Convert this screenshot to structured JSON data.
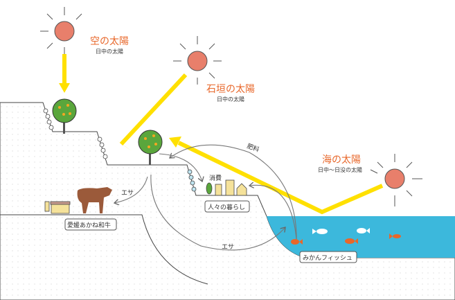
{
  "suns": [
    {
      "title": "空の太陽",
      "subtitle": "日中の太陽"
    },
    {
      "title": "石垣の太陽",
      "subtitle": "日中の太陽"
    },
    {
      "title": "海の太陽",
      "subtitle": "日中〜日没の太陽"
    }
  ],
  "labels": {
    "fertilizer": "肥料",
    "consumption": "消費",
    "feed_cow": "エサ",
    "feed_fish": "エサ",
    "daily_life": "人々の暮らし",
    "beef": "愛媛あかね和牛",
    "fish": "みかんフィッシュ"
  },
  "colors": {
    "sun": "#e87f6b",
    "arrow": "#ffe000",
    "sea": "#3cb8dc",
    "tree": "#5aa63c",
    "cow": "#9b5a3a",
    "title": "#e8672a"
  }
}
